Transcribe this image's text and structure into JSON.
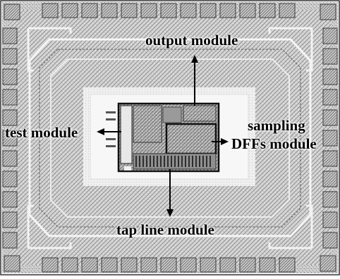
{
  "image": {
    "kind": "chip-layout-micrograph",
    "colors": {
      "background": "#ffffff",
      "die": "#d6d6d6",
      "texture": "#8a8a8a",
      "core": "#f4f4f4",
      "block": "#777777",
      "ink": "#000000"
    }
  },
  "labels": {
    "output": "output module",
    "test": "test module",
    "sampling_line1": "sampling",
    "sampling_line2": "DFFs module",
    "tap": "tap line module"
  },
  "arrows": [
    {
      "target": "output",
      "direction": "up"
    },
    {
      "target": "test",
      "direction": "left"
    },
    {
      "target": "sampling",
      "direction": "right"
    },
    {
      "target": "tap",
      "direction": "down"
    }
  ]
}
